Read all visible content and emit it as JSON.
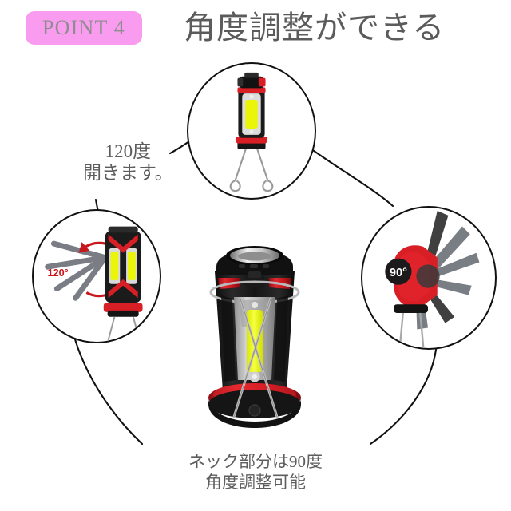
{
  "header": {
    "badge_label": "POINT 4",
    "badge_color": "#f99cf0",
    "badge_text_color": "#8d8d8d",
    "headline": "角度調整ができる",
    "headline_color": "#5b5b5b"
  },
  "annotations": {
    "left_line1": "120度",
    "left_line2": "開きます。",
    "text_color": "#5d5d5d"
  },
  "caption": {
    "line1": "ネック部分は90度",
    "line2": "角度調整可能"
  },
  "callouts": [
    {
      "id": "circle-top",
      "name": "upright-stand-view",
      "description": "ランタンを縦置きにしてワイヤースタンドを開いた状態"
    },
    {
      "id": "circle-left",
      "name": "leg-angle-view",
      "badge_label": "120°",
      "badge_color": "#c8161d",
      "description": "スタンド脚が120度まで開く様子"
    },
    {
      "id": "circle-right",
      "name": "neck-angle-view",
      "badge_label": "90°",
      "badge_color": "#231f20",
      "badge_text_color": "#ffffff",
      "description": "ネック部分が90度可動する様子"
    }
  ],
  "product": {
    "name": "COB LED ランタン",
    "body_color": "#1c1c1c",
    "accent_color": "#d81f26",
    "led_color": "#eaf50a",
    "metal_color": "#bdbdbd"
  },
  "theme": {
    "background": "#ffffff",
    "line_color": "#111111"
  }
}
